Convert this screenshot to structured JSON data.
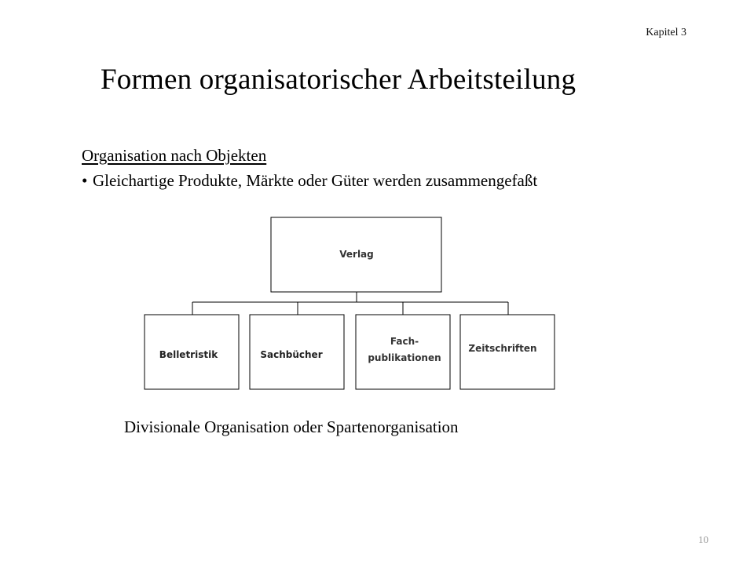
{
  "header": {
    "chapter": "Kapitel 3"
  },
  "slide": {
    "title": "Formen organisatorischer Arbeitsteilung",
    "section_heading": "Organisation nach Objekten",
    "bullet": "•",
    "bullet_text": "Gleichartige Produkte, Märkte oder Güter werden zusammengefaßt",
    "caption": "Divisionale Organisation oder Spartenorganisation"
  },
  "org_chart": {
    "root": "Verlag",
    "children": [
      {
        "lines": [
          "Belletristik"
        ]
      },
      {
        "lines": [
          "Sachbücher"
        ]
      },
      {
        "lines": [
          "Fach-",
          "publikationen"
        ]
      },
      {
        "lines": [
          "Zeitschriften"
        ]
      }
    ]
  },
  "footer": {
    "page_number": "10"
  }
}
